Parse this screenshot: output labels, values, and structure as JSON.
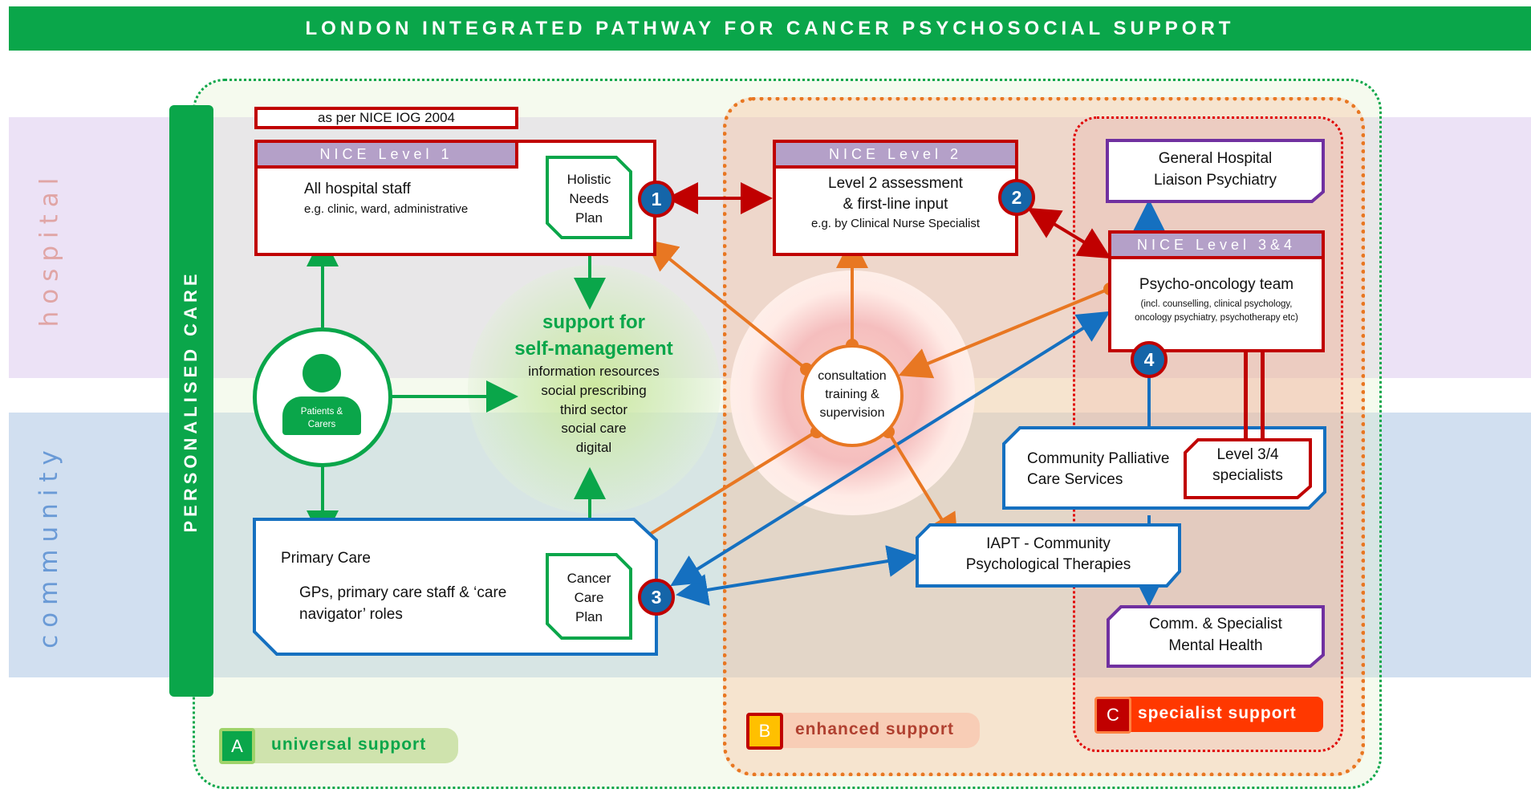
{
  "title": "LONDON INTEGRATED PATHWAY FOR CANCER PSYCHOSOCIAL SUPPORT",
  "bands": {
    "hospital": "hospital",
    "community": "community"
  },
  "personalised_care": "PERSONALISED CARE",
  "nice_note": "as per NICE IOG 2004",
  "level1": {
    "header": "NICE Level 1",
    "title": "All hospital staff",
    "sub": "e.g. clinic, ward, administrative",
    "plan_lines": [
      "Holistic",
      "Needs",
      "Plan"
    ]
  },
  "level2": {
    "header": "NICE Level 2",
    "line1": "Level 2 assessment",
    "line2": "& first-line input",
    "sub": "e.g. by Clinical Nurse Specialist"
  },
  "level34": {
    "header": "NICE Level 3&4",
    "title": "Psycho-oncology team",
    "sub1": "(incl. counselling, clinical psychology,",
    "sub2": "oncology psychiatry, psychotherapy etc)"
  },
  "liaison": {
    "line1": "General Hospital",
    "line2": "Liaison Psychiatry"
  },
  "patients": {
    "line1": "Patients &",
    "line2": "Carers"
  },
  "self_management": {
    "line1": "support for",
    "line2": "self-management",
    "items": [
      "information resources",
      "social prescribing",
      "third sector",
      "social care",
      "digital"
    ]
  },
  "consultation": {
    "lines": [
      "consultation",
      "training &",
      "supervision"
    ]
  },
  "primary_care": {
    "title": "Primary Care",
    "line1": "GPs, primary care staff & ‘care",
    "line2": "navigator’ roles",
    "plan_lines": [
      "Cancer",
      "Care",
      "Plan"
    ]
  },
  "palliative": {
    "line1": "Community Palliative",
    "line2": "Care Services"
  },
  "specialists": {
    "line1": "Level 3/4",
    "line2": "specialists"
  },
  "iapt": {
    "line1": "IAPT - Community",
    "line2": "Psychological Therapies"
  },
  "mental_health": {
    "line1": "Comm. & Specialist",
    "line2": "Mental Health"
  },
  "badges": [
    "1",
    "2",
    "3",
    "4"
  ],
  "legend": {
    "a": {
      "letter": "A",
      "label": "universal support"
    },
    "b": {
      "letter": "B",
      "label": "enhanced support"
    },
    "c": {
      "letter": "C",
      "label": "specialist support"
    }
  },
  "colors": {
    "green": "#0aa64a",
    "red": "#c00000",
    "blue": "#1570c0",
    "orange": "#e87722",
    "purple": "#7030a0",
    "hospital_band": "#ebdff7",
    "community_band": "#d0def0"
  }
}
